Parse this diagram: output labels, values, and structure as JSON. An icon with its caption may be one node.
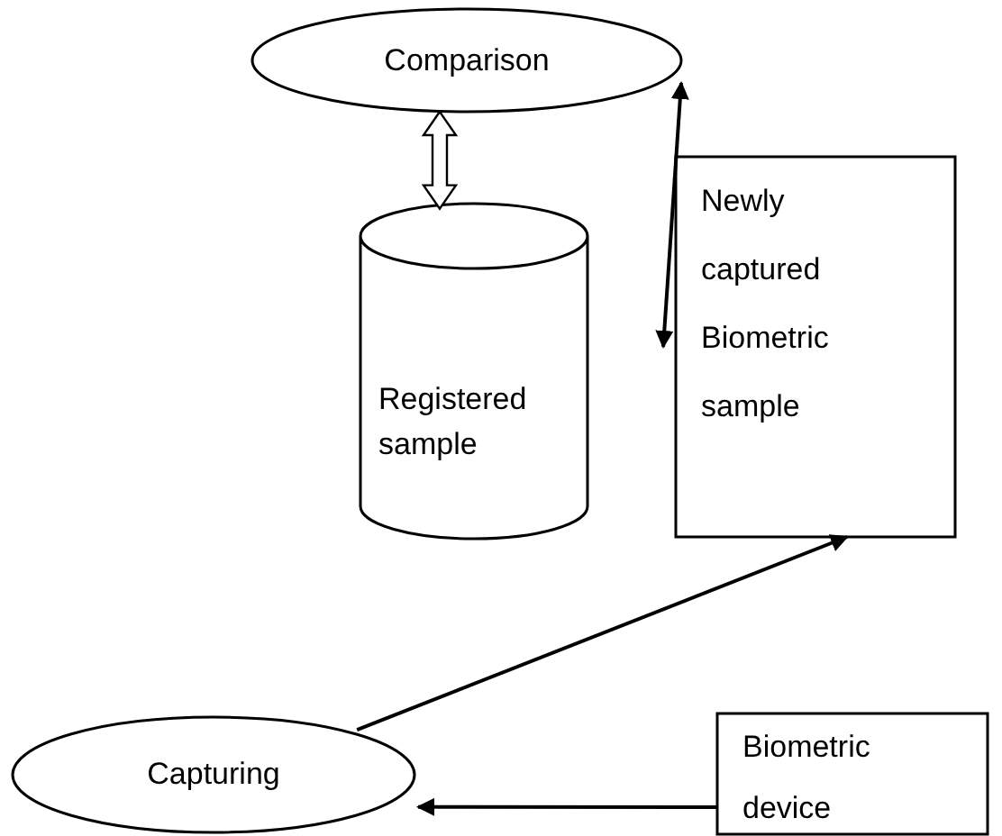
{
  "diagram": {
    "nodes": [
      {
        "text": [
          "Comparison"
        ]
      },
      {
        "text": [
          "Registered sample"
        ]
      },
      {
        "text": [
          "Newly captured Biometric sample"
        ]
      },
      {
        "text": [
          "Capturing"
        ]
      },
      {
        "text": [
          "Biometric device"
        ]
      }
    ],
    "edges": [
      {
        "from": 0,
        "to": 1,
        "arrow": "both",
        "style": "thick"
      },
      {
        "from": 0,
        "to": 2,
        "arrow": "both"
      },
      {
        "from": 3,
        "to": 2,
        "arrow": "to"
      },
      {
        "from": 4,
        "to": 3,
        "arrow": "to"
      }
    ]
  }
}
